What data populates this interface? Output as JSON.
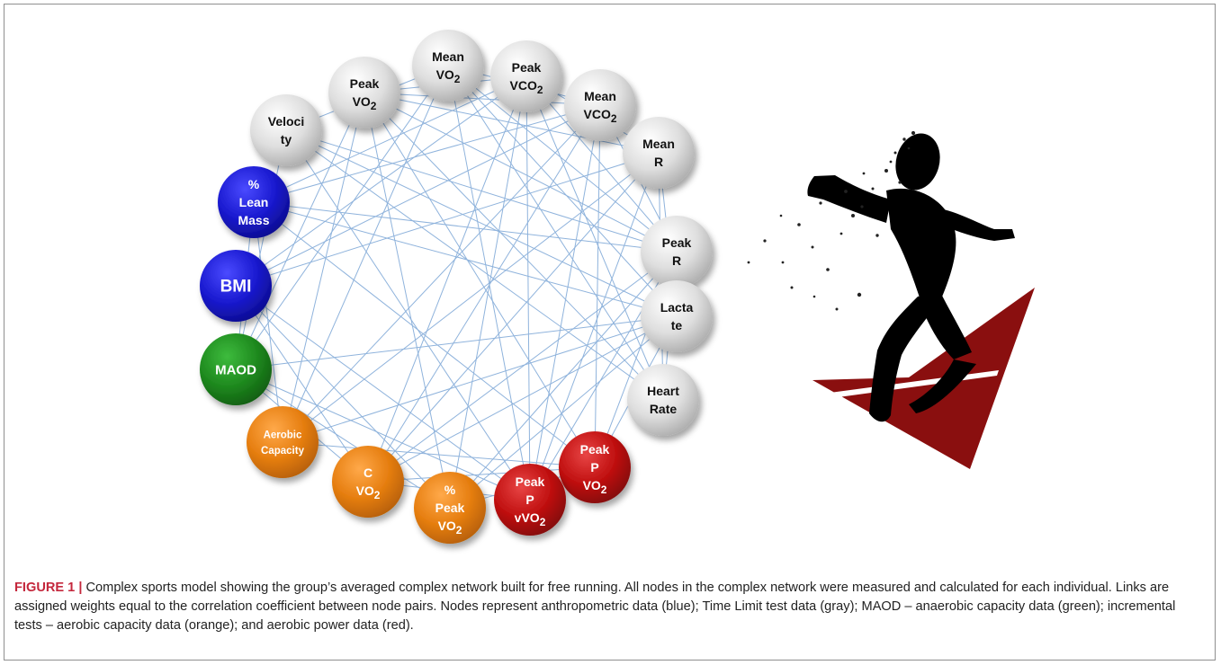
{
  "diagram": {
    "colors": {
      "gray": "#c8c8c8",
      "blue": "#1a1ad0",
      "green": "#1f8a1f",
      "orange": "#e67e10",
      "red": "#c01010",
      "edge": "#8fb3dc",
      "track": "#8a0f0f",
      "silhouette": "#000000"
    },
    "nodes": [
      {
        "id": "mean-vo2",
        "lines": [
          "Mean",
          "VO",
          "2"
        ],
        "group": "gray"
      },
      {
        "id": "peak-vco2",
        "lines": [
          "Peak",
          "VCO",
          "2"
        ],
        "group": "gray"
      },
      {
        "id": "mean-vco2",
        "lines": [
          "Mean",
          "VCO",
          "2"
        ],
        "group": "gray"
      },
      {
        "id": "mean-r",
        "lines": [
          "Mean",
          "R"
        ],
        "group": "gray"
      },
      {
        "id": "peak-r",
        "lines": [
          "Peak",
          "R"
        ],
        "group": "gray"
      },
      {
        "id": "lactate",
        "lines": [
          "Lacta",
          "te"
        ],
        "group": "gray"
      },
      {
        "id": "heart-rate",
        "lines": [
          "Heart",
          "Rate"
        ],
        "group": "gray"
      },
      {
        "id": "peak-p-vo2",
        "lines": [
          "Peak",
          "P",
          "VO",
          "2"
        ],
        "group": "red"
      },
      {
        "id": "peak-p-vvo2",
        "lines": [
          "Peak",
          "P",
          "vVO",
          "2"
        ],
        "group": "red"
      },
      {
        "id": "pct-peak-vo2",
        "lines": [
          "%",
          "Peak",
          "VO",
          "2"
        ],
        "group": "orange"
      },
      {
        "id": "c-vo2",
        "lines": [
          "C",
          "VO",
          "2"
        ],
        "group": "orange"
      },
      {
        "id": "aerobic-capacity",
        "lines": [
          "Aerobic",
          "Capacity"
        ],
        "group": "orange"
      },
      {
        "id": "maod",
        "lines": [
          "MAOD"
        ],
        "group": "green"
      },
      {
        "id": "bmi",
        "lines": [
          "BMI"
        ],
        "group": "blue"
      },
      {
        "id": "pct-lean-mass",
        "lines": [
          "%",
          "Lean",
          "Mass"
        ],
        "group": "blue"
      },
      {
        "id": "velocity",
        "lines": [
          "Veloci",
          "ty"
        ],
        "group": "gray"
      },
      {
        "id": "peak-vo2",
        "lines": [
          "Peak",
          "VO",
          "2"
        ],
        "group": "gray"
      }
    ]
  },
  "caption": {
    "label": "FIGURE 1 |",
    "text": " Complex sports model showing the group’s averaged complex network built for free running. All nodes in the complex network were measured and calculated for each individual. Links are assigned weights equal to the correlation coefficient between node pairs. Nodes represent anthropometric data (blue); Time Limit test data (gray); MAOD – anaerobic capacity data (green); incremental tests – aerobic capacity data (orange); and aerobic power data (red)."
  }
}
